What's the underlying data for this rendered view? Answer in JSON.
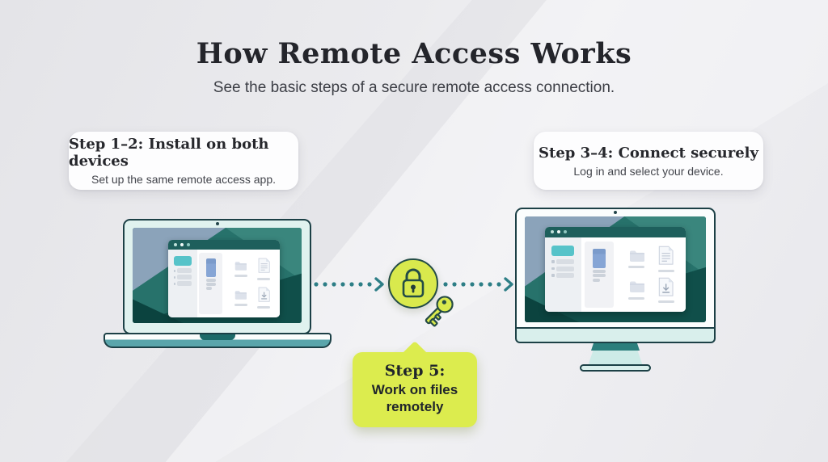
{
  "header": {
    "title": "How Remote Access Works",
    "subtitle": "See the basic steps of a secure remote access connection."
  },
  "cards": {
    "left": {
      "title": "Step 1–2: Install on both devices",
      "subtitle": "Set up the same remote access app."
    },
    "right": {
      "title": "Step 3–4: Connect securely",
      "subtitle": "Log in and select your device."
    }
  },
  "callout": {
    "step": "Step 5:",
    "line1": "Work on files",
    "line2": "remotely"
  },
  "icons": {
    "lock": "padlock-in-circle",
    "key": "key",
    "arrows": "dotted-arrow-right",
    "webcam": "camera-dot",
    "window_controls": "traffic-light-dots",
    "folder": "folder",
    "document": "document-with-text",
    "download_document": "document-with-download-arrow"
  },
  "colors": {
    "background": "#ebebee",
    "accent_lime": "#d9e94d",
    "arrow_teal": "#2d7e86",
    "titlebar_teal": "#1e5f5c",
    "screen_teal": "#27726b",
    "screen_bluegray": "#8ba3ba",
    "screen_dark": "#104f4a",
    "device_mint": "#dff1ee",
    "device_outline": "#1c4046",
    "sidebar_highlight": "#56c3c9",
    "thumbnail_blue": "#86a5d5",
    "card_bg": "#fdfdfe",
    "text_dark": "#24252b"
  }
}
